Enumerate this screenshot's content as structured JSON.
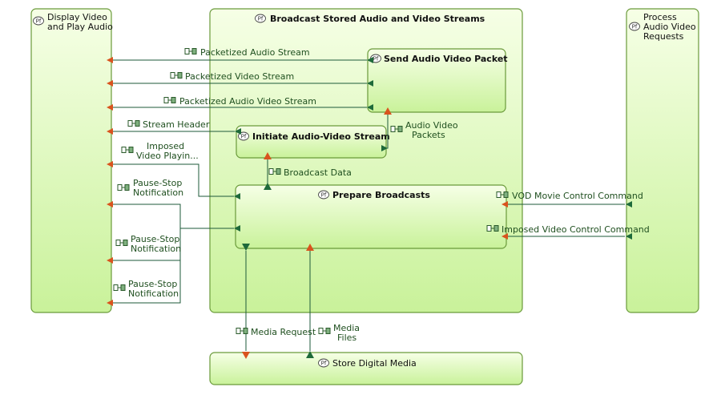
{
  "blocks": {
    "display": {
      "title_lines": [
        "Display Video",
        "and Play Audio"
      ],
      "icon": "pf-function-icon"
    },
    "broadcast": {
      "title": "Broadcast Stored Audio and Video Streams",
      "icon": "pf-function-icon"
    },
    "send_packet": {
      "title": "Send Audio Video Packet",
      "icon": "pf-function-icon"
    },
    "initiate": {
      "title": "Initiate Audio-Video Stream",
      "icon": "pf-function-icon"
    },
    "prepare": {
      "title": "Prepare Broadcasts",
      "icon": "pf-function-icon"
    },
    "process_req": {
      "title_lines": [
        "Process",
        "Audio Video",
        "Requests"
      ],
      "icon": "pf-function-icon"
    },
    "store": {
      "title": "Store Digital Media",
      "icon": "pf-function-icon"
    }
  },
  "flows": {
    "packetized_audio": "Packetized Audio Stream",
    "packetized_video": "Packetized Video Stream",
    "packetized_av": "Packetized Audio Video Stream",
    "stream_header": "Stream Header",
    "imposed_playing": [
      "Imposed",
      "Video Playin..."
    ],
    "pause_stop_1": [
      "Pause-Stop",
      "Notification"
    ],
    "pause_stop_2": [
      "Pause-Stop",
      "Notification"
    ],
    "pause_stop_3": [
      "Pause-Stop",
      "Notification"
    ],
    "av_packets": [
      "Audio Video",
      "Packets"
    ],
    "broadcast_data": "Broadcast Data",
    "vod_control": "VOD Movie Control Command",
    "imposed_control": "Imposed Video Control Command",
    "media_request": "Media Request",
    "media_files": [
      "Media",
      "Files"
    ]
  },
  "colors": {
    "block_fill_top": "#f6ffe6",
    "block_fill_bottom": "#c9f29a",
    "block_border": "#6a9a3a",
    "line": "#1e5a3a",
    "port_out": "#d9531e",
    "port_in": "#1e6a3a",
    "label": "#1f4f1f"
  }
}
